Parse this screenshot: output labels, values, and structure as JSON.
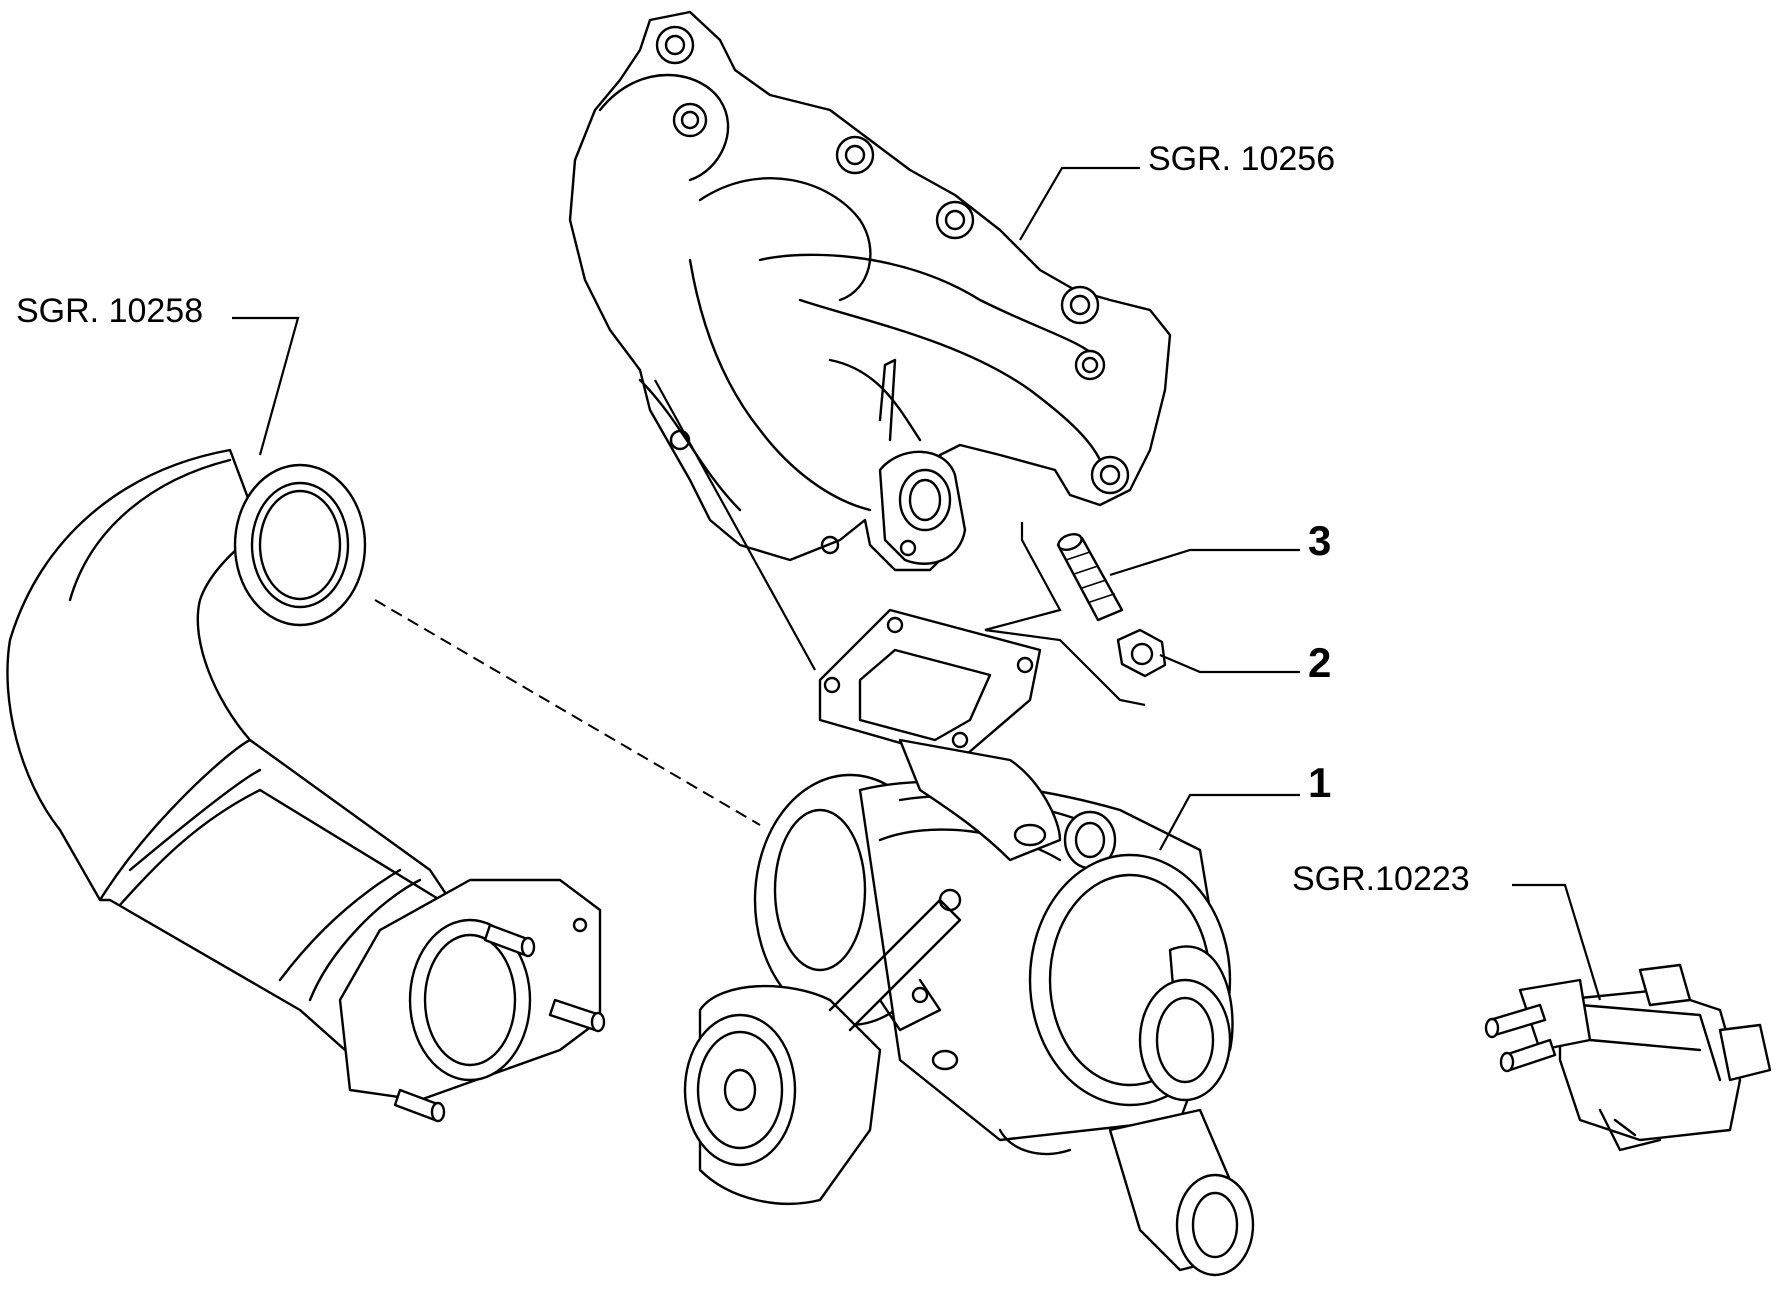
{
  "diagram": {
    "type": "exploded-parts-view",
    "references": {
      "exhaust_manifold": "SGR. 10256",
      "catalytic_pipe": "SGR. 10258",
      "solenoid_valve": "SGR.10223"
    },
    "parts": [
      {
        "number": "1",
        "part": "turbocharger"
      },
      {
        "number": "2",
        "part": "nut"
      },
      {
        "number": "3",
        "part": "stud"
      }
    ]
  }
}
